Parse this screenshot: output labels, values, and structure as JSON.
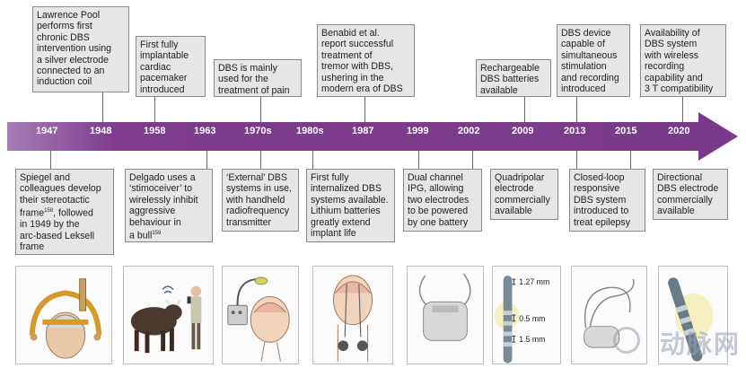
{
  "years": [
    "1947",
    "1948",
    "1958",
    "1963",
    "1970s",
    "1980s",
    "1987",
    "1999",
    "2002",
    "2009",
    "2013",
    "2015",
    "2020"
  ],
  "top_boxes": [
    "Lawrence Pool\nperforms first\nchronic DBS\nintervention using\na silver electrode\nconnected to an\ninduction coil",
    "First fully\nimplantable\ncardiac\npacemaker\nintroduced",
    "DBS is mainly\nused for the\ntreatment of pain",
    "Benabid et al.\nreport successful\ntreatment of\ntremor with DBS,\nushering in the\nmodern era  of DBS",
    "Rechargeable\nDBS batteries\navailable",
    "DBS device\ncapable of\nsimultaneous\nstimulation\nand recording\nintroduced",
    "Availability of\nDBS system\nwith wireless\nrecording\ncapability and\n3 T compatibility"
  ],
  "bottom_boxes": [
    "Spiegel and\ncolleagues develop\ntheir stereotactic\nframe",
    "Delgado uses a\n‘stimoceiver’ to\nwirelessly inhibit\naggressive\nbehaviour in\na bull",
    "‘External’ DBS\nsystems in use,\nwith handheld\nradiofrequency\ntransmitter",
    "First fully\ninternalized DBS\nsystems available.\nLithium batteries\ngreatly extend\nimplant life",
    "Dual channel\nIPG, allowing\ntwo electrodes\nto be powered\nby one battery",
    "Quadripolar\nelectrode\ncommercially\navailable",
    "Closed-loop\nresponsive\nDBS system\nintroduced to\ntreat epilepsy",
    "Directional\nDBS electrode\ncommercially\navailable"
  ],
  "bottom_box_1_suffix_ref": "158",
  "bottom_box_1_suffix": ", followed\nin 1949 by the\narc-based Leksell\nframe",
  "bottom_box_2_ref": "159",
  "electrode_labels": [
    "1.27 mm",
    "0.5 mm",
    "1.5 mm"
  ],
  "watermark": "动脉网",
  "colors": {
    "arrow": "#7d3c8c",
    "box": "#e6e6e6"
  }
}
